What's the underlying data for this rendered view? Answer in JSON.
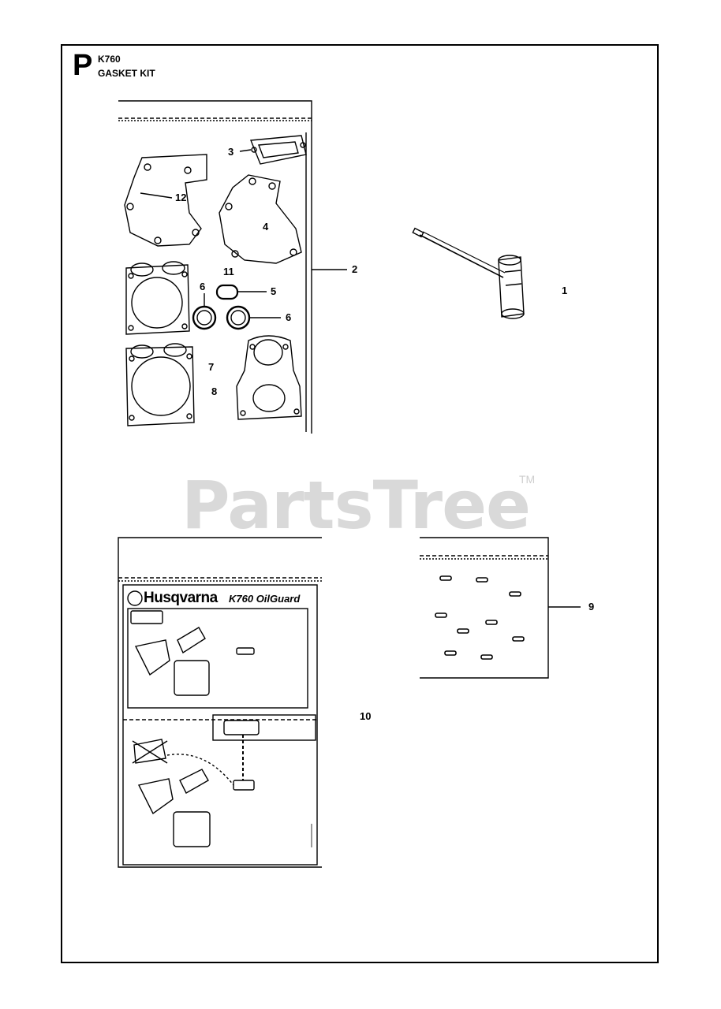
{
  "header": {
    "section_letter": "P",
    "model": "K760",
    "title": "GASKET KIT"
  },
  "callouts": [
    {
      "id": "c3",
      "label": "3"
    },
    {
      "id": "c12",
      "label": "12"
    },
    {
      "id": "c4",
      "label": "4"
    },
    {
      "id": "c11",
      "label": "11"
    },
    {
      "id": "c2",
      "label": "2"
    },
    {
      "id": "c6a",
      "label": "6"
    },
    {
      "id": "c5",
      "label": "5"
    },
    {
      "id": "c6b",
      "label": "6"
    },
    {
      "id": "c1",
      "label": "1"
    },
    {
      "id": "c7",
      "label": "7"
    },
    {
      "id": "c8",
      "label": "8"
    },
    {
      "id": "c9",
      "label": "9"
    },
    {
      "id": "c10",
      "label": "10"
    }
  ],
  "decal": {
    "brand": "Husqvarna",
    "product": "K760 OilGuard"
  },
  "watermark": {
    "text": "PartsTree",
    "trademark": "TM"
  },
  "colors": {
    "line": "#000000",
    "watermark": "#d9d9d9"
  }
}
